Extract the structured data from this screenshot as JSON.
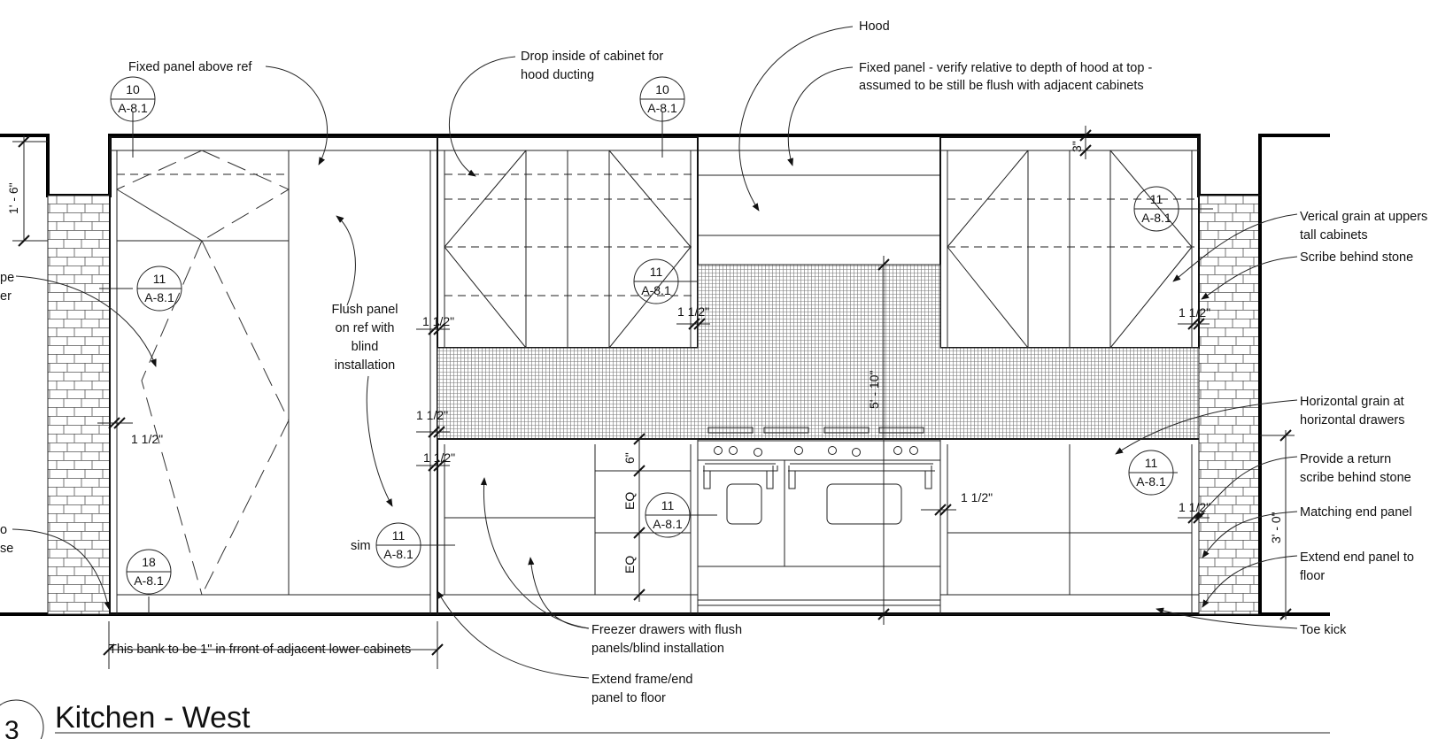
{
  "title": {
    "number": "3",
    "text": "Kitchen - West"
  },
  "notes": {
    "fixed_panel_above_ref": "Fixed panel above ref",
    "drop_inside_line1": "Drop inside of cabinet for",
    "drop_inside_line2": "hood ducting",
    "hood": "Hood",
    "fixed_panel_verify_line1": "Fixed panel - verify relative to depth of hood at top -",
    "fixed_panel_verify_line2": "assumed to be still be flush with adjacent cabinets",
    "flush_panel_line1": "Flush panel",
    "flush_panel_line2": "on ref with",
    "flush_panel_line3": "blind",
    "flush_panel_line4": "installation",
    "vertical_grain_line1": "Verical grain at uppers",
    "vertical_grain_line2": "tall cabinets",
    "scribe_behind_stone": "Scribe behind stone",
    "horizontal_grain_line1": "Horizontal grain at",
    "horizontal_grain_line2": "horizontal drawers",
    "provide_return_line1": "Provide a return",
    "provide_return_line2": "scribe behind stone",
    "matching_end_panel": "Matching end panel",
    "extend_end_panel_line1": "Extend end panel to",
    "extend_end_panel_line2": "floor",
    "toe_kick": "Toe kick",
    "freezer_drawers_line1": "Freezer drawers with flush",
    "freezer_drawers_line2": "panels/blind installation",
    "extend_frame_line1": "Extend frame/end",
    "extend_frame_line2": "panel to floor",
    "bank_note": "This bank to be 1\" in frront of adjacent lower cabinets",
    "sim": "sim",
    "left_cut_1": "pe",
    "left_cut_2": "er",
    "left_cut_3": "o",
    "left_cut_4": "se"
  },
  "dimensions": {
    "d_1_6": "1' - 6\"",
    "d_3": "3\"",
    "d_5_10": "5' - 10\"",
    "d_3_0": "3' - 0\"",
    "d_6": "6\"",
    "d_eq": "EQ",
    "d_1_half": "1 1/2\""
  },
  "tags": [
    {
      "number": "10",
      "sheet": "A-8.1"
    },
    {
      "number": "10",
      "sheet": "A-8.1"
    },
    {
      "number": "11",
      "sheet": "A-8.1"
    },
    {
      "number": "11",
      "sheet": "A-8.1"
    },
    {
      "number": "11",
      "sheet": "A-8.1"
    },
    {
      "number": "11",
      "sheet": "A-8.1"
    },
    {
      "number": "11",
      "sheet": "A-8.1"
    },
    {
      "number": "11",
      "sheet": "A-8.1"
    },
    {
      "number": "18",
      "sheet": "A-8.1"
    }
  ]
}
